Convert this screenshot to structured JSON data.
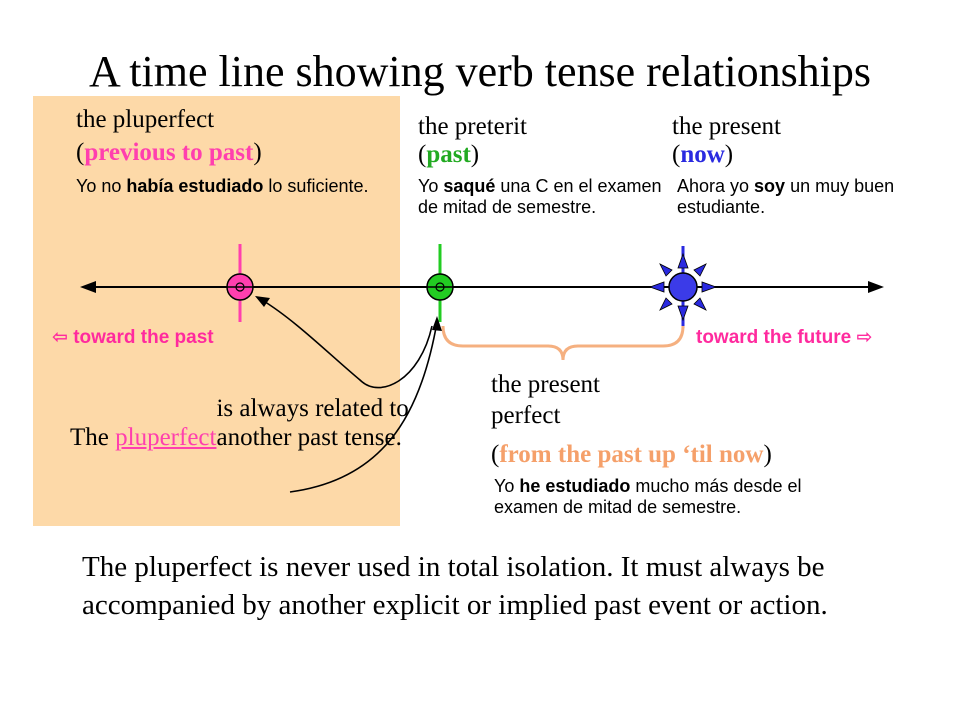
{
  "title": "A time line showing verb tense relationships",
  "pluperfect": {
    "name": "the pluperfect",
    "paren_open": "(",
    "tag": "previous to past",
    "paren_close": ")",
    "ex_1": "Yo no ",
    "ex_bold": "había estudiado",
    "ex_2": " lo suficiente."
  },
  "preterit": {
    "name": "the preterit",
    "paren_open": "(",
    "tag": "past",
    "paren_close": ")",
    "ex_1": "Yo ",
    "ex_bold": "saqué",
    "ex_2": " una C en el examen de mitad de semestre."
  },
  "present": {
    "name": "the present",
    "paren_open": "(",
    "tag": "now",
    "paren_close": ")",
    "ex_1": "Ahora yo ",
    "ex_bold": "soy",
    "ex_2": " un muy buen estudiante."
  },
  "present_perfect": {
    "name_1": "the present",
    "name_2": "perfect",
    "paren_open": "(",
    "tag": "from the past up ‘til now",
    "paren_close": ")",
    "ex_1": "Yo ",
    "ex_bold": "he estudiado",
    "ex_2": " mucho más desde el examen de mitad de semestre."
  },
  "timeline": {
    "toward_past_arrow": "⇦",
    "toward_past": "toward the past",
    "toward_future": "toward the future",
    "toward_future_arrow": "⇨"
  },
  "note": {
    "part_1": "The ",
    "highlight": "pluperfect",
    "part_2": " is always related to another past tense."
  },
  "bottom_text": "The pluperfect is never used in total isolation.  It must always be accompanied by another explicit or implied past event or action.",
  "colors": {
    "panel": "#fdd9a8",
    "pluperfect": "#ff3fae",
    "preterit": "#22aa22",
    "present": "#2a2ae0",
    "present_perfect": "#f5a06a",
    "direction_labels": "#ff2a9e"
  }
}
